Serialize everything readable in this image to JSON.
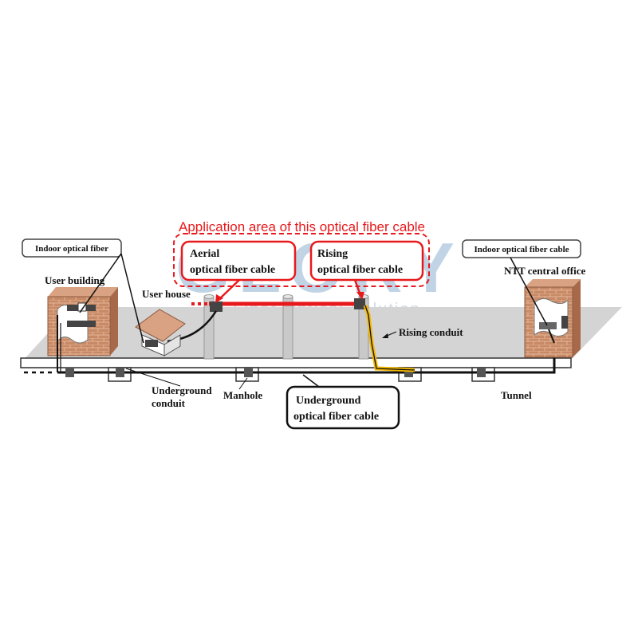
{
  "watermark": {
    "brand": "GLORY",
    "tagline": "Fiber Optical Solution"
  },
  "application_area": {
    "title": "Application area  of this optical fiber cable",
    "aerial_line1": "Aerial",
    "aerial_line2": "optical fiber cable",
    "rising_line1": "Rising",
    "rising_line2": "optical fiber cable"
  },
  "labels": {
    "indoor_left": "Indoor optical fiber",
    "indoor_right": "Indoor optical fiber cable",
    "user_building": "User building",
    "user_house": "User house",
    "ntt_office": "NTT central office",
    "rising_conduit": "Rising conduit",
    "underground_conduit_line1": "Underground",
    "underground_conduit_line2": "conduit",
    "manhole": "Manhole",
    "tunnel": "Tunnel",
    "underground_cable_line1": "Underground",
    "underground_cable_line2": "optical fiber cable"
  },
  "colors": {
    "accent_red": "#e8191c",
    "rising_cable_yellow": "#f5b800",
    "brick": "#c88a66",
    "ground": "#d4d4d4",
    "pole": "#c9c9c9",
    "watermark": "#b6cde2"
  }
}
